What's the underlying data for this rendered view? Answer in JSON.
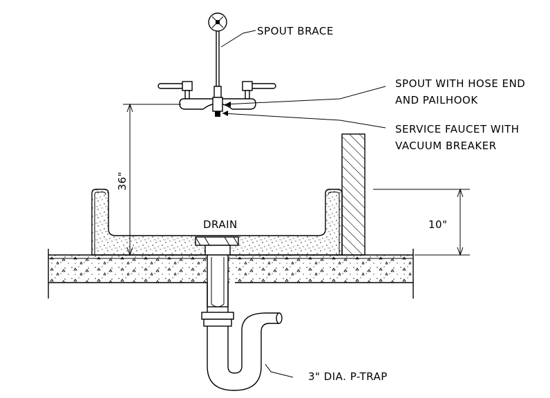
{
  "diagram": {
    "labels": {
      "spout_brace": "SPOUT BRACE",
      "spout_line1": "SPOUT WITH HOSE END",
      "spout_line2": "AND PAILHOOK",
      "faucet_line1": "SERVICE FAUCET WITH",
      "faucet_line2": "VACUUM BREAKER",
      "drain": "DRAIN",
      "height_36": "36\"",
      "height_10": "10\"",
      "ptrap": "3\" DIA. P-TRAP"
    },
    "colors": {
      "ink": "#000000",
      "background": "#ffffff"
    }
  }
}
